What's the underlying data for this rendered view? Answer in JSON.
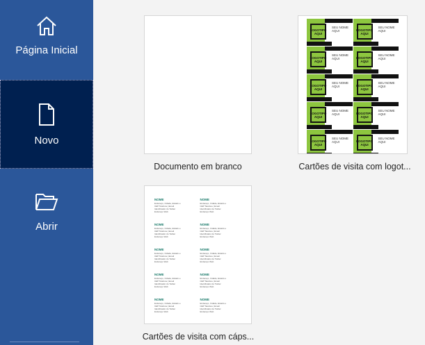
{
  "sidebar": {
    "items": [
      {
        "label": "Página Inicial",
        "icon": "home-icon"
      },
      {
        "label": "Novo",
        "icon": "new-document-icon",
        "selected": true
      },
      {
        "label": "Abrir",
        "icon": "folder-open-icon"
      }
    ]
  },
  "templates": [
    {
      "label": "Documento em branco"
    },
    {
      "label": "Cartões de visita com logot...",
      "logo_text": "LOGOTIPO AQUI",
      "name_text": "SEU NOME AQUI"
    },
    {
      "label": "Cartões de visita com cáps...",
      "name_text": "NOME",
      "detail_text": "Endereço, Cidade, Estado e CEP Telefone | Email Identificador do Twitter Endereço Web"
    }
  ],
  "colors": {
    "sidebar": "#2b579a",
    "selected": "#002050",
    "lime": "#8dc63f",
    "teal": "#1a9e8a"
  }
}
